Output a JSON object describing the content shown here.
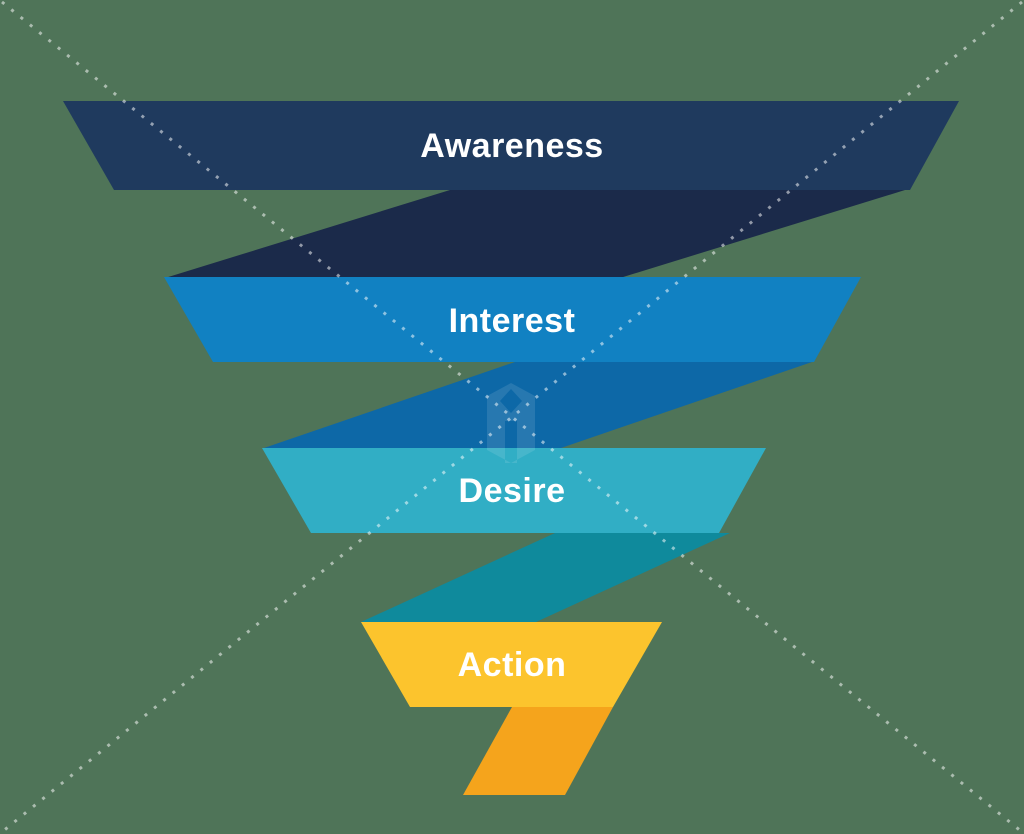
{
  "colors": {
    "background": "#4F7458",
    "label_text": "#FFFFFF",
    "watermark_dots": "#FFFFFF"
  },
  "diagram": {
    "type": "funnel",
    "stages": [
      {
        "label": "Awareness",
        "band_color": "#1F3A5E",
        "fold_color": "#1B2A4A"
      },
      {
        "label": "Interest",
        "band_color": "#1181C2",
        "fold_color": "#0D68A7"
      },
      {
        "label": "Desire",
        "band_color": "#31AEC5",
        "fold_color": "#0F8A9C"
      },
      {
        "label": "Action",
        "band_color": "#FCC42D",
        "fold_color": "#F5A41C"
      }
    ]
  },
  "watermark": {
    "logo_icon": "hexagon-cube-logo",
    "pattern": "dotted-diagonal-cross"
  }
}
